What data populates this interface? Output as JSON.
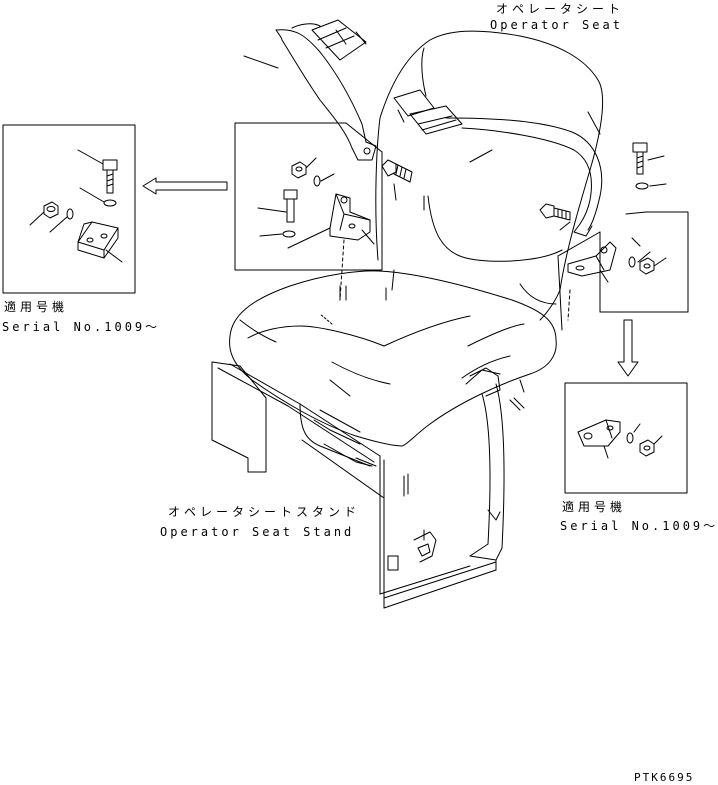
{
  "seat": {
    "title_jp": "オペレータシート",
    "title_en": "Operator Seat"
  },
  "stand": {
    "title_jp": "オペレータシートスタンド",
    "title_en": "Operator Seat Stand"
  },
  "left_detail": {
    "applicable_jp": "適用号機",
    "serial": "Serial No.1009～"
  },
  "right_detail": {
    "applicable_jp": "適用号機",
    "serial": "Serial No.1009～"
  },
  "drawing_code": "PTK6695",
  "colors": {
    "line": "#000000",
    "background": "#ffffff"
  }
}
